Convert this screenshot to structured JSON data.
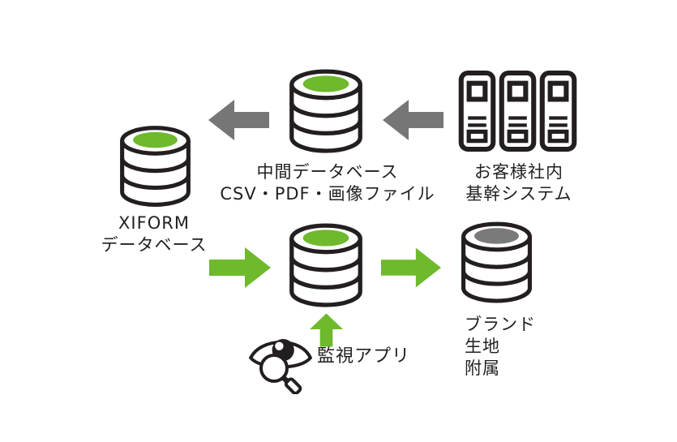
{
  "colors": {
    "background": "#ffffff",
    "outline": "#231f20",
    "green": "#6eb92c",
    "gray_arrow": "#767676",
    "gray_disk": "#7a7a7a",
    "white": "#ffffff"
  },
  "nodes": {
    "xiform_db": {
      "label": [
        "XIFORM",
        "データベース"
      ]
    },
    "intermediate_db": {
      "label": [
        "中間データベース",
        "CSV・PDF・画像ファイル"
      ]
    },
    "customer_system": {
      "label": [
        "お客様社内",
        "基幹システム"
      ]
    },
    "staging_db": {
      "label": []
    },
    "output_db": {
      "label": [
        "ブランド",
        "生地",
        "附属"
      ]
    },
    "monitor_app": {
      "label": "監視アプリ"
    }
  },
  "icons": {
    "database": "stacked-cylinder-database",
    "binder": "ring-binder-file",
    "eye_magnifier": "eye-with-magnifying-glass",
    "arrow_left": "left-block-arrow",
    "arrow_right": "right-block-arrow",
    "arrow_up": "up-block-arrow"
  }
}
